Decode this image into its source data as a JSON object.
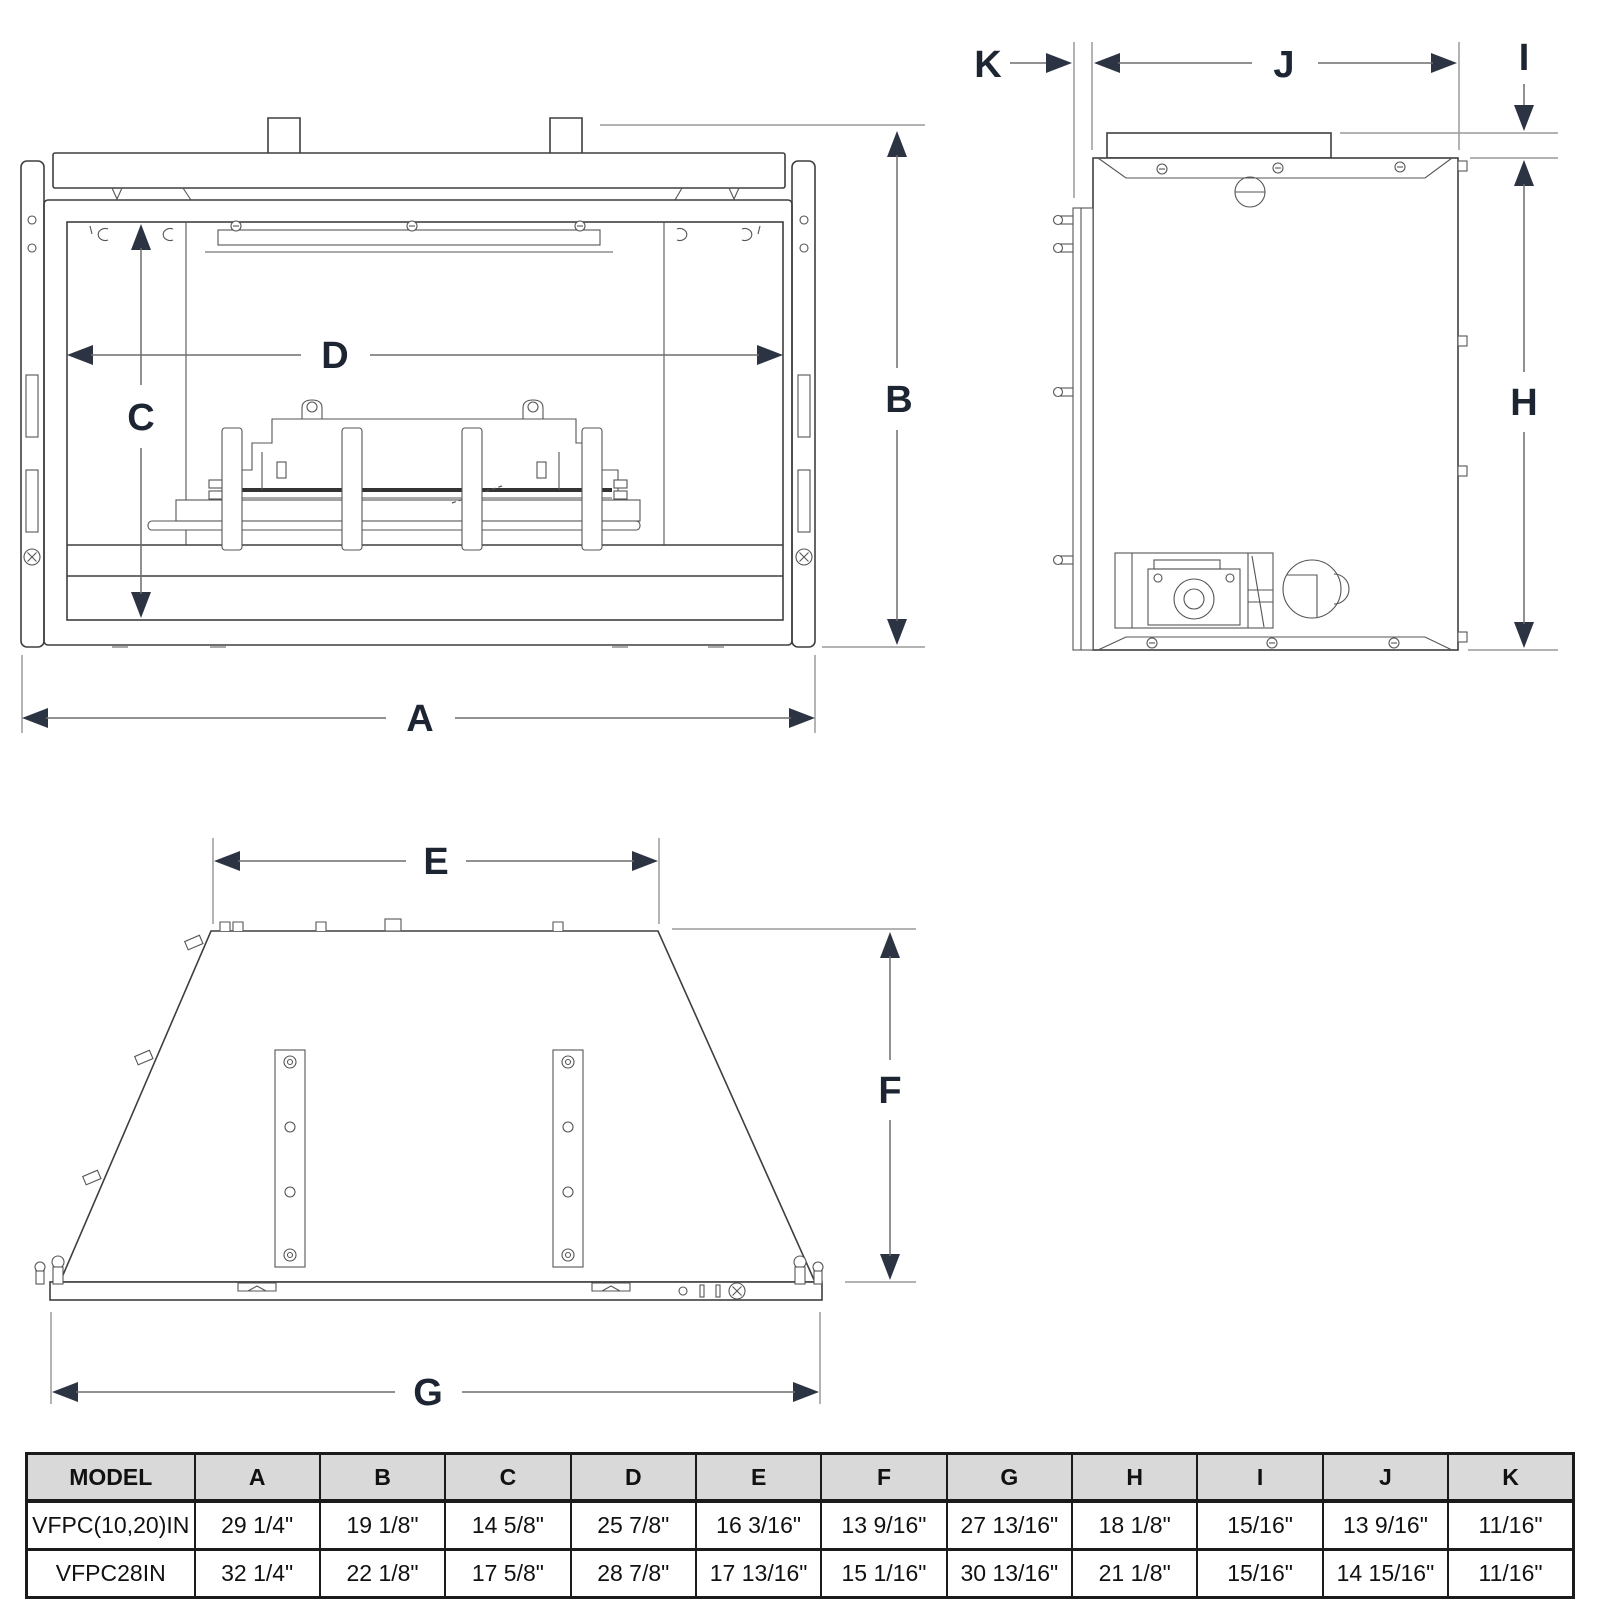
{
  "drawing": {
    "labels": {
      "A": "A",
      "B": "B",
      "C": "C",
      "D": "D",
      "E": "E",
      "F": "F",
      "G": "G",
      "H": "H",
      "I": "I",
      "J": "J",
      "K": "K"
    }
  },
  "table": {
    "headers": [
      "MODEL",
      "A",
      "B",
      "C",
      "D",
      "E",
      "F",
      "G",
      "H",
      "I",
      "J",
      "K"
    ],
    "rows": [
      {
        "model": "VFPC(10,20)IN",
        "values": [
          "29 1/4\"",
          "19 1/8\"",
          "14 5/8\"",
          "25 7/8\"",
          "16 3/16\"",
          "13 9/16\"",
          "27 13/16\"",
          "18 1/8\"",
          "15/16\"",
          "13 9/16\"",
          "11/16\""
        ]
      },
      {
        "model": "VFPC28IN",
        "values": [
          "32 1/4\"",
          "22 1/8\"",
          "17 5/8\"",
          "28 7/8\"",
          "17 13/16\"",
          "15 1/16\"",
          "30 13/16\"",
          "21 1/8\"",
          "15/16\"",
          "14 15/16\"",
          "11/16\""
        ]
      }
    ]
  }
}
